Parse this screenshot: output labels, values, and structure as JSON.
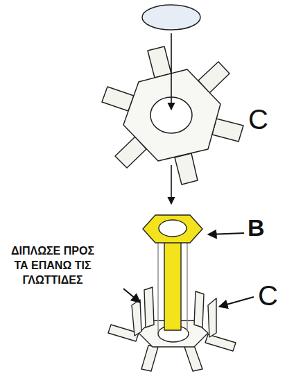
{
  "diagram": {
    "labels": [
      "C",
      "B",
      "C",
      "ΔΙΠΛΩΣΕ ΠΡΟΣ ΤΑ ΕΠΑΝΩ ΤΙΣ ΓΛΩΤΤΙΔΕΣ"
    ]
  }
}
